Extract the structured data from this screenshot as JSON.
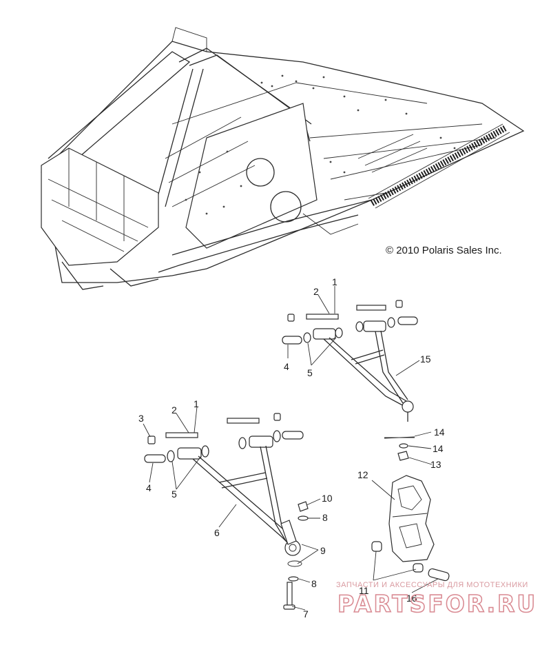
{
  "copyright": "© 2010 Polaris Sales Inc.",
  "watermark": {
    "line1": "ЗАПЧАСТИ И АКСЕССУАРЫ ДЛЯ МОТОТЕХНИКИ",
    "line2": "PARTSFOR.RU"
  },
  "callouts": {
    "upper_arm": [
      "1",
      "2",
      "4",
      "5",
      "15"
    ],
    "lower_arm": [
      "1",
      "2",
      "3",
      "4",
      "5",
      "6"
    ],
    "hardware": [
      "7",
      "8",
      "8",
      "9",
      "10"
    ],
    "spindle": [
      "11",
      "12",
      "13",
      "14",
      "14",
      "16"
    ]
  },
  "colors": {
    "ink": "#2a2a2a",
    "watermark": "#d98a92"
  }
}
